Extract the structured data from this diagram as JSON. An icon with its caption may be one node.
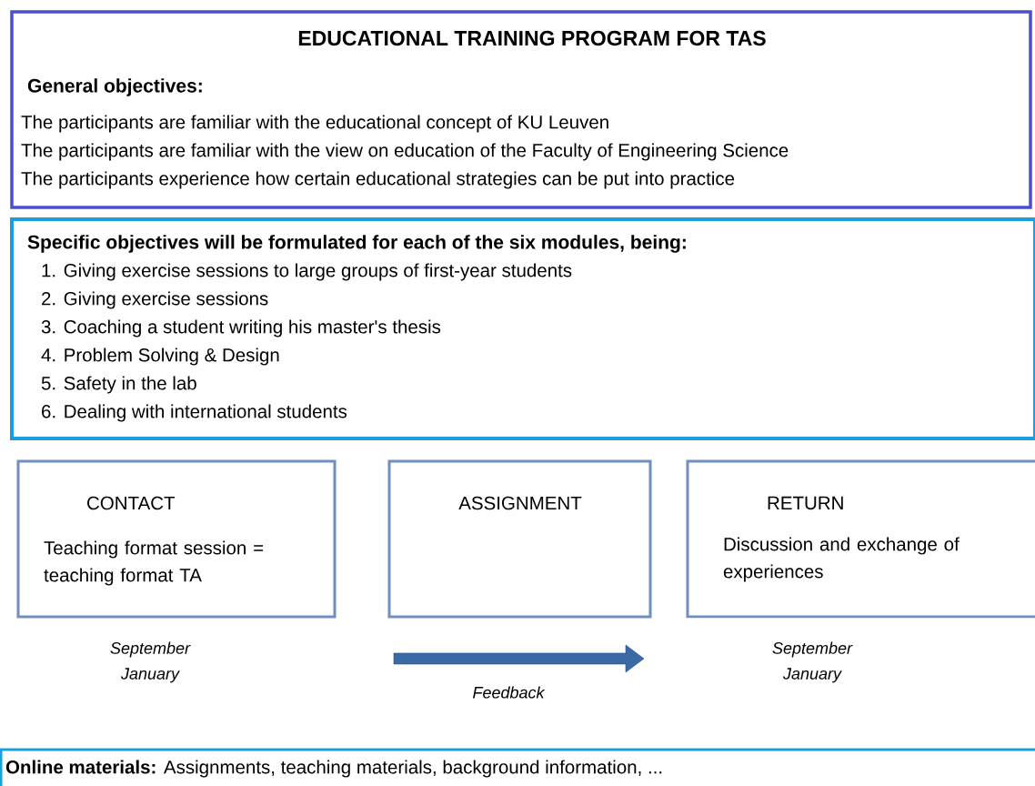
{
  "diagram": {
    "nodes": [
      {
        "text": [
          "EDUCATIONAL TRAINING PROGRAM FOR TAS",
          "General objectives:",
          "The participants are familiar with the educational concept of KU Leuven",
          "The participants are familiar with the view on education of the Faculty of Engineering Science",
          "The participants experience how certain educational strategies can be put into practice"
        ]
      },
      {
        "text": [
          "Specific objectives will be formulated for each of the six modules, being:",
          "1. Giving exercise sessions to large groups of first-year students",
          "2. Giving exercise sessions",
          "3. Coaching a student writing his master's thesis",
          "4. Problem Solving & Design",
          "5. Safety in the lab",
          "6. Dealing with international students"
        ]
      },
      {
        "text": [
          "CONTACT",
          "Teaching format session = teaching format TA"
        ],
        "beside": [
          "September January"
        ]
      },
      {
        "text": [
          "ASSIGNMENT"
        ]
      },
      {
        "text": [
          "RETURN",
          "Discussion and exchange of experiences"
        ],
        "beside": [
          "September January"
        ]
      },
      {
        "text": [
          "**Online materials:** Assignments, teaching materials, background information, ..."
        ]
      }
    ],
    "labels": [
      "Feedback"
    ]
  }
}
